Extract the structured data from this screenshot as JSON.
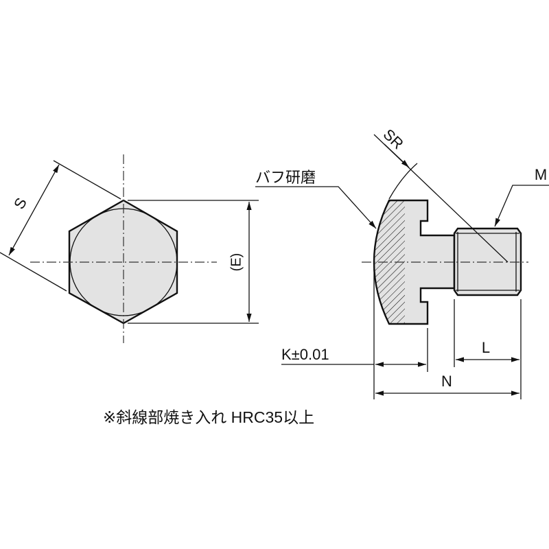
{
  "labels": {
    "s": "S",
    "e": "(E)",
    "sr": "SR",
    "m": "M",
    "buff": "バフ研磨",
    "k": "K±0.01",
    "l": "L",
    "n": "N",
    "note": "※斜線部焼き入れ HRC35以上"
  },
  "colors": {
    "fill": "#e3e3e3",
    "line": "#111111"
  }
}
